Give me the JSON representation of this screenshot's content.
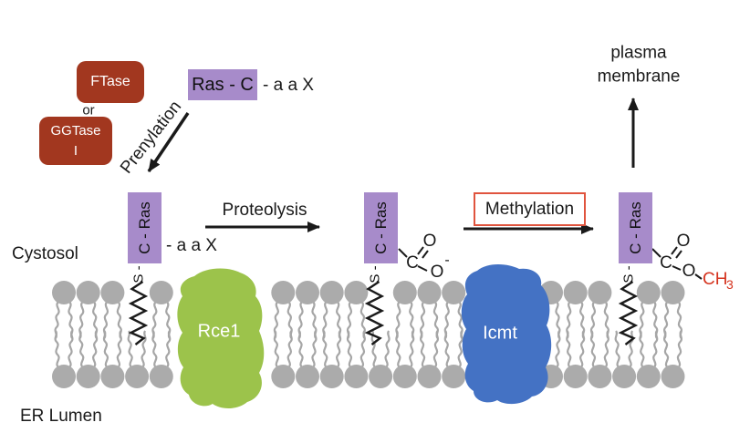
{
  "labels": {
    "ftase": "FTase",
    "or": "or",
    "ggtase_line1": "GGTase",
    "ggtase_line2": "I",
    "prenylation": "Prenylation",
    "ras_c": "Ras - C",
    "aax_top": "- a a X",
    "c_ras": "C - Ras",
    "s_linker": "S -",
    "aax_station1": "- a a X",
    "proteolysis": "Proteolysis",
    "methylation": "Methylation",
    "plasma_line1": "plasma",
    "plasma_line2": "membrane",
    "cytosol": "Cystosol",
    "er_lumen": "ER Lumen",
    "rce1": "Rce1",
    "icmt": "Icmt"
  },
  "chemistry": {
    "carboxylate": {
      "c": "C",
      "o_double": "O",
      "o_single": "O",
      "charge": "-"
    },
    "methyl_ester": {
      "c": "C",
      "o_double": "O",
      "o_single": "O",
      "ch": "CH",
      "three": "3"
    }
  },
  "colors": {
    "purple": "#a78bca",
    "dark_red": "#a2371f",
    "green": "#9cc34b",
    "blue": "#4472c4",
    "gray": "#ababab",
    "tail_gray": "#a6a6a6",
    "red_outline": "#e0543e",
    "red_text": "#d5341f",
    "black": "#1a1a1a"
  }
}
